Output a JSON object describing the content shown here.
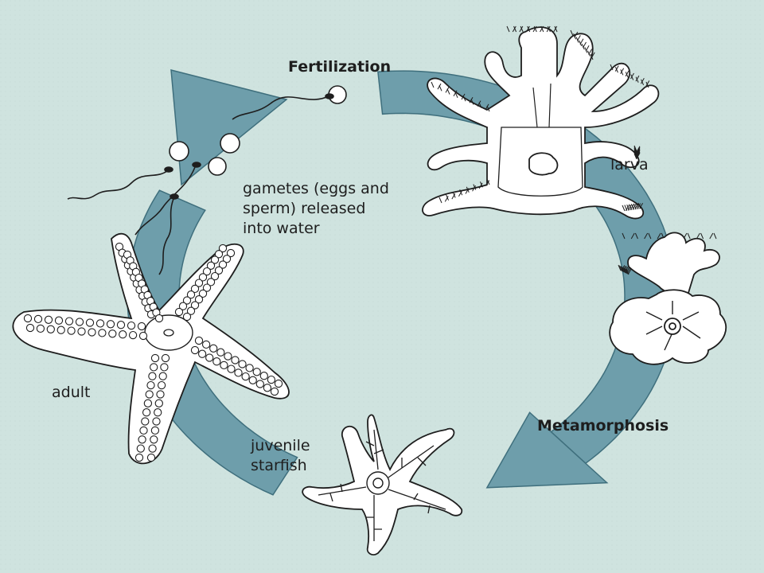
{
  "colors": {
    "background": "#cfe3df",
    "cycle_arrow": "#6e9eab",
    "cycle_arrow_edge": "#3f6f7d",
    "organism_fill": "#ffffff",
    "ink": "#1e1e1e"
  },
  "labels": {
    "fertilization": "Fertilization",
    "gametes_line1": "gametes (eggs and",
    "gametes_line2": "sperm) released",
    "gametes_line3": "into water",
    "larva": "larva",
    "metamorphosis": "Metamorphosis",
    "juvenile_line1": "juvenile",
    "juvenile_line2": "starfish",
    "adult": "adult"
  }
}
